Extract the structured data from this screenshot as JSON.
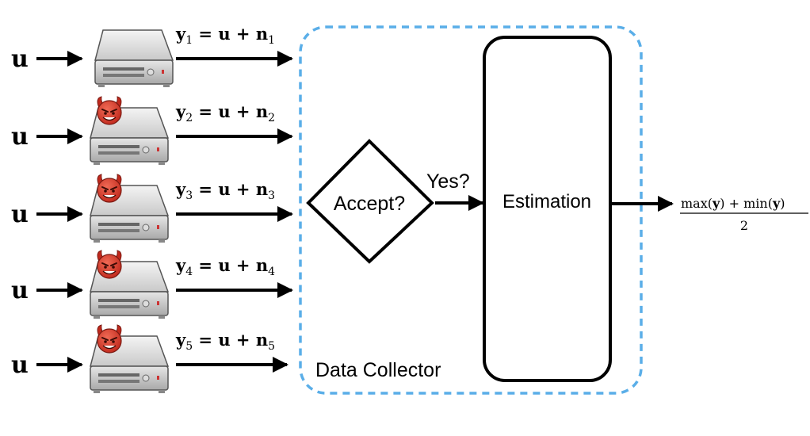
{
  "inputs": [
    {
      "symbol": "u",
      "eq_lhs": "y",
      "eq_sub": "1",
      "eq_mid": " = u + n",
      "eq_sub2": "1",
      "adversary": false
    },
    {
      "symbol": "u",
      "eq_lhs": "y",
      "eq_sub": "2",
      "eq_mid": " = u + n",
      "eq_sub2": "2",
      "adversary": true
    },
    {
      "symbol": "u",
      "eq_lhs": "y",
      "eq_sub": "3",
      "eq_mid": " = u + n",
      "eq_sub2": "3",
      "adversary": true
    },
    {
      "symbol": "u",
      "eq_lhs": "y",
      "eq_sub": "4",
      "eq_mid": " = u + n",
      "eq_sub2": "4",
      "adversary": true
    },
    {
      "symbol": "u",
      "eq_lhs": "y",
      "eq_sub": "5",
      "eq_mid": " = u + n",
      "eq_sub2": "5",
      "adversary": true
    }
  ],
  "collector": {
    "label": "Data Collector",
    "border_color": "#5aaee8"
  },
  "accept": {
    "label": "Accept?"
  },
  "yes": {
    "label": "Yes?"
  },
  "estimation": {
    "label": "Estimation"
  },
  "output": {
    "numerator_max": "max(",
    "numerator_y1": "y",
    "numerator_mid": ") + min(",
    "numerator_y2": "y",
    "numerator_end": ")",
    "denominator": "2"
  }
}
